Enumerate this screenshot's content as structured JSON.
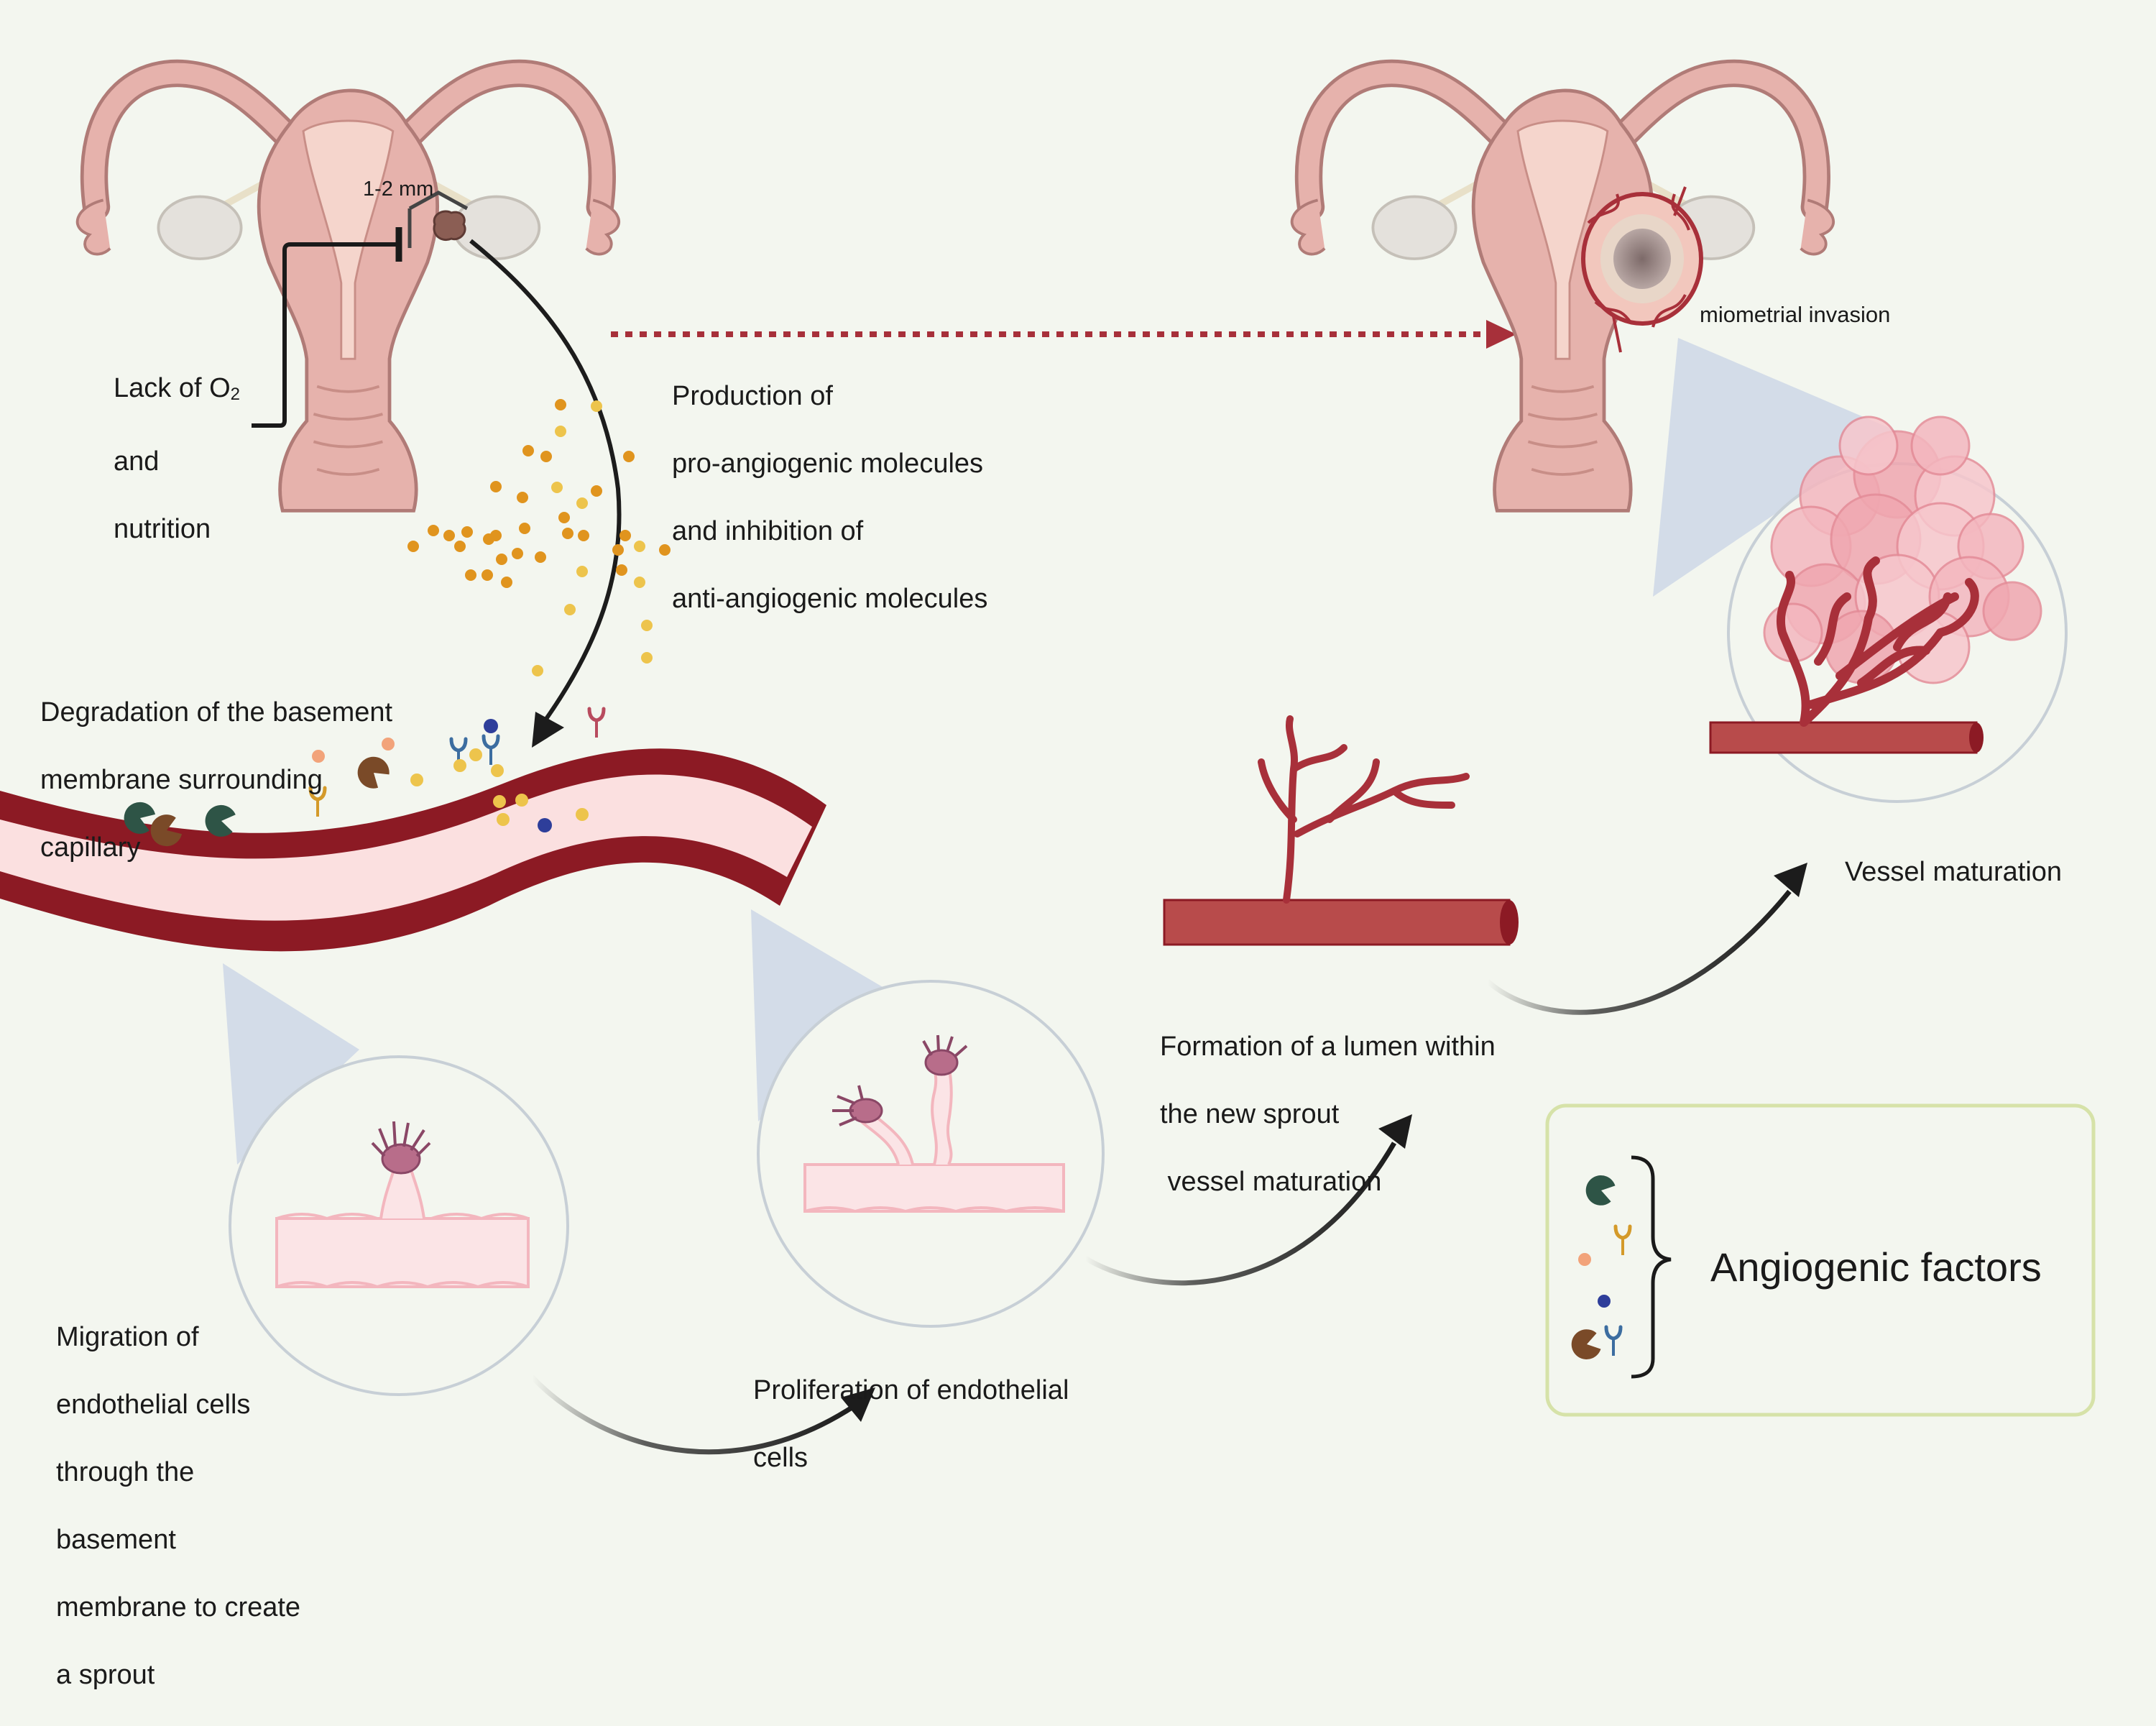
{
  "labels": {
    "size_marker": "1-2 mm",
    "lack_prefix": "Lack of  O",
    "lack_sub": "2",
    "lack_rest": [
      "and",
      "nutrition"
    ],
    "production": [
      "Production of",
      "pro-angiogenic molecules",
      "and  inhibition of",
      "anti-angiogenic molecules"
    ],
    "miometrial": "miometrial invasion",
    "degradation": [
      "Degradation of the basement",
      "membrane surrounding",
      "capillary"
    ],
    "vessel_maturation": "Vessel maturation",
    "lumen": [
      "Formation of a lumen within",
      "the new sprout",
      " vessel maturation"
    ],
    "migration": [
      "Migration of",
      "endothelial cells",
      "through the",
      "basement",
      "membrane to create",
      "a sprout"
    ],
    "proliferation": [
      "Proliferation of endothelial",
      "cells"
    ]
  },
  "legend": {
    "title": "Angiogenic factors",
    "items": [
      "green-pacman-icon",
      "yellow-receptor-icon",
      "orange-dot-icon",
      "blue-dot-icon",
      "brown-pacman-icon",
      "blue-receptor-icon"
    ]
  },
  "colors": {
    "background": "#f3f6ef",
    "uterus_fill": "#e6b2ac",
    "uterus_outline": "#b07b77",
    "vessel_dark": "#8c1a24",
    "vessel_lumen": "#fbe0e0",
    "vessel_red": "#b84b4b",
    "tumor_pink": "#f0a7b0",
    "angio_orange": "#e0941e",
    "angio_yellow": "#edc44c",
    "angio_blue": "#2e3e9a",
    "arrow_dashed": "#a7303a",
    "zoom_cone": "#c8d3e6",
    "legend_border": "#d6e2a8"
  }
}
